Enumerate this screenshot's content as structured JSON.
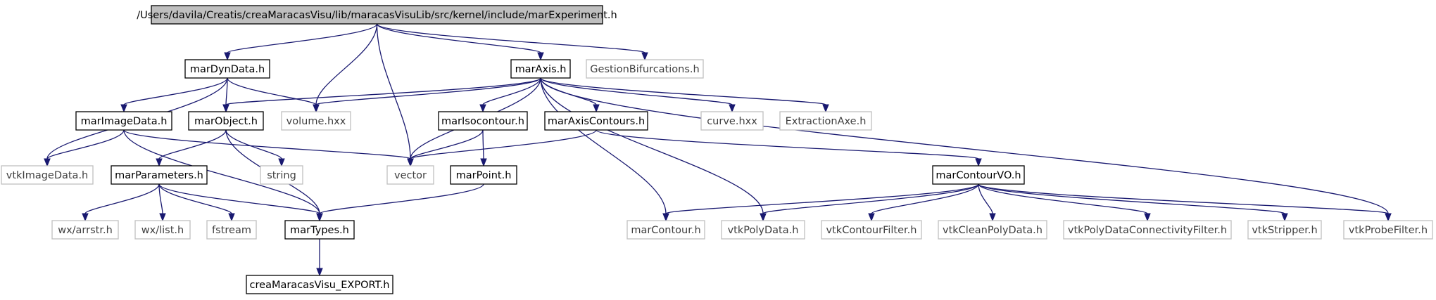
{
  "diagram": {
    "nodes": [
      {
        "id": "root",
        "label": "/Users/davila/Creatis/creaMaracasVisu/lib/maracasVisuLib/src/kernel/include/marExperiment.h",
        "kind": "root"
      },
      {
        "id": "marDynData",
        "label": "marDynData.h",
        "kind": "file"
      },
      {
        "id": "volume",
        "label": "volume.hxx",
        "kind": "external"
      },
      {
        "id": "vector",
        "label": "vector",
        "kind": "external"
      },
      {
        "id": "marAxis",
        "label": "marAxis.h",
        "kind": "file"
      },
      {
        "id": "gestion",
        "label": "GestionBifurcations.h",
        "kind": "external"
      },
      {
        "id": "marImageData",
        "label": "marImageData.h",
        "kind": "file"
      },
      {
        "id": "marObject",
        "label": "marObject.h",
        "kind": "file"
      },
      {
        "id": "marIsocontour",
        "label": "marIsocontour.h",
        "kind": "file"
      },
      {
        "id": "marAxisContours",
        "label": "marAxisContours.h",
        "kind": "file"
      },
      {
        "id": "curve",
        "label": "curve.hxx",
        "kind": "external"
      },
      {
        "id": "extraction",
        "label": "ExtractionAxe.h",
        "kind": "external"
      },
      {
        "id": "vtkImageData",
        "label": "vtkImageData.h",
        "kind": "external"
      },
      {
        "id": "string",
        "label": "string",
        "kind": "external"
      },
      {
        "id": "marParameters",
        "label": "marParameters.h",
        "kind": "file"
      },
      {
        "id": "marPoint",
        "label": "marPoint.h",
        "kind": "file"
      },
      {
        "id": "marContourVO",
        "label": "marContourVO.h",
        "kind": "file"
      },
      {
        "id": "wxarrstr",
        "label": "wx/arrstr.h",
        "kind": "external"
      },
      {
        "id": "wxlist",
        "label": "wx/list.h",
        "kind": "external"
      },
      {
        "id": "fstream",
        "label": "fstream",
        "kind": "external"
      },
      {
        "id": "marTypes",
        "label": "marTypes.h",
        "kind": "file"
      },
      {
        "id": "marContour",
        "label": "marContour.h",
        "kind": "external"
      },
      {
        "id": "vtkPolyData",
        "label": "vtkPolyData.h",
        "kind": "external"
      },
      {
        "id": "vtkContourFilter",
        "label": "vtkContourFilter.h",
        "kind": "external"
      },
      {
        "id": "vtkCleanPolyData",
        "label": "vtkCleanPolyData.h",
        "kind": "external"
      },
      {
        "id": "vtkPolyConn",
        "label": "vtkPolyDataConnectivityFilter.h",
        "kind": "external"
      },
      {
        "id": "vtkStripper",
        "label": "vtkStripper.h",
        "kind": "external"
      },
      {
        "id": "vtkProbeFilter",
        "label": "vtkProbeFilter.h",
        "kind": "external"
      },
      {
        "id": "export",
        "label": "creaMaracasVisu_EXPORT.h",
        "kind": "file"
      }
    ],
    "edges": [
      [
        "root",
        "marDynData"
      ],
      [
        "root",
        "volume"
      ],
      [
        "root",
        "vector"
      ],
      [
        "root",
        "marAxis"
      ],
      [
        "root",
        "gestion"
      ],
      [
        "marDynData",
        "marImageData"
      ],
      [
        "marDynData",
        "marObject"
      ],
      [
        "marDynData",
        "volume"
      ],
      [
        "marDynData",
        "vtkImageData"
      ],
      [
        "marAxis",
        "marObject"
      ],
      [
        "marAxis",
        "volume"
      ],
      [
        "marAxis",
        "vector"
      ],
      [
        "marAxis",
        "marIsocontour"
      ],
      [
        "marAxis",
        "marAxisContours"
      ],
      [
        "marAxis",
        "curve"
      ],
      [
        "marAxis",
        "extraction"
      ],
      [
        "marAxis",
        "marContour"
      ],
      [
        "marAxis",
        "vtkPolyData"
      ],
      [
        "marAxis",
        "vtkProbeFilter"
      ],
      [
        "marImageData",
        "vtkImageData"
      ],
      [
        "marImageData",
        "vector"
      ],
      [
        "marImageData",
        "marTypes"
      ],
      [
        "marObject",
        "marParameters"
      ],
      [
        "marObject",
        "string"
      ],
      [
        "marObject",
        "marTypes"
      ],
      [
        "marIsocontour",
        "vector"
      ],
      [
        "marIsocontour",
        "marPoint"
      ],
      [
        "marAxisContours",
        "vector"
      ],
      [
        "marAxisContours",
        "marContourVO"
      ],
      [
        "marParameters",
        "wxarrstr"
      ],
      [
        "marParameters",
        "wxlist"
      ],
      [
        "marParameters",
        "fstream"
      ],
      [
        "marParameters",
        "marTypes"
      ],
      [
        "marPoint",
        "marTypes"
      ],
      [
        "marContourVO",
        "marContour"
      ],
      [
        "marContourVO",
        "vtkPolyData"
      ],
      [
        "marContourVO",
        "vtkContourFilter"
      ],
      [
        "marContourVO",
        "vtkCleanPolyData"
      ],
      [
        "marContourVO",
        "vtkPolyConn"
      ],
      [
        "marContourVO",
        "vtkStripper"
      ],
      [
        "marContourVO",
        "vtkProbeFilter"
      ],
      [
        "marTypes",
        "export"
      ]
    ]
  }
}
